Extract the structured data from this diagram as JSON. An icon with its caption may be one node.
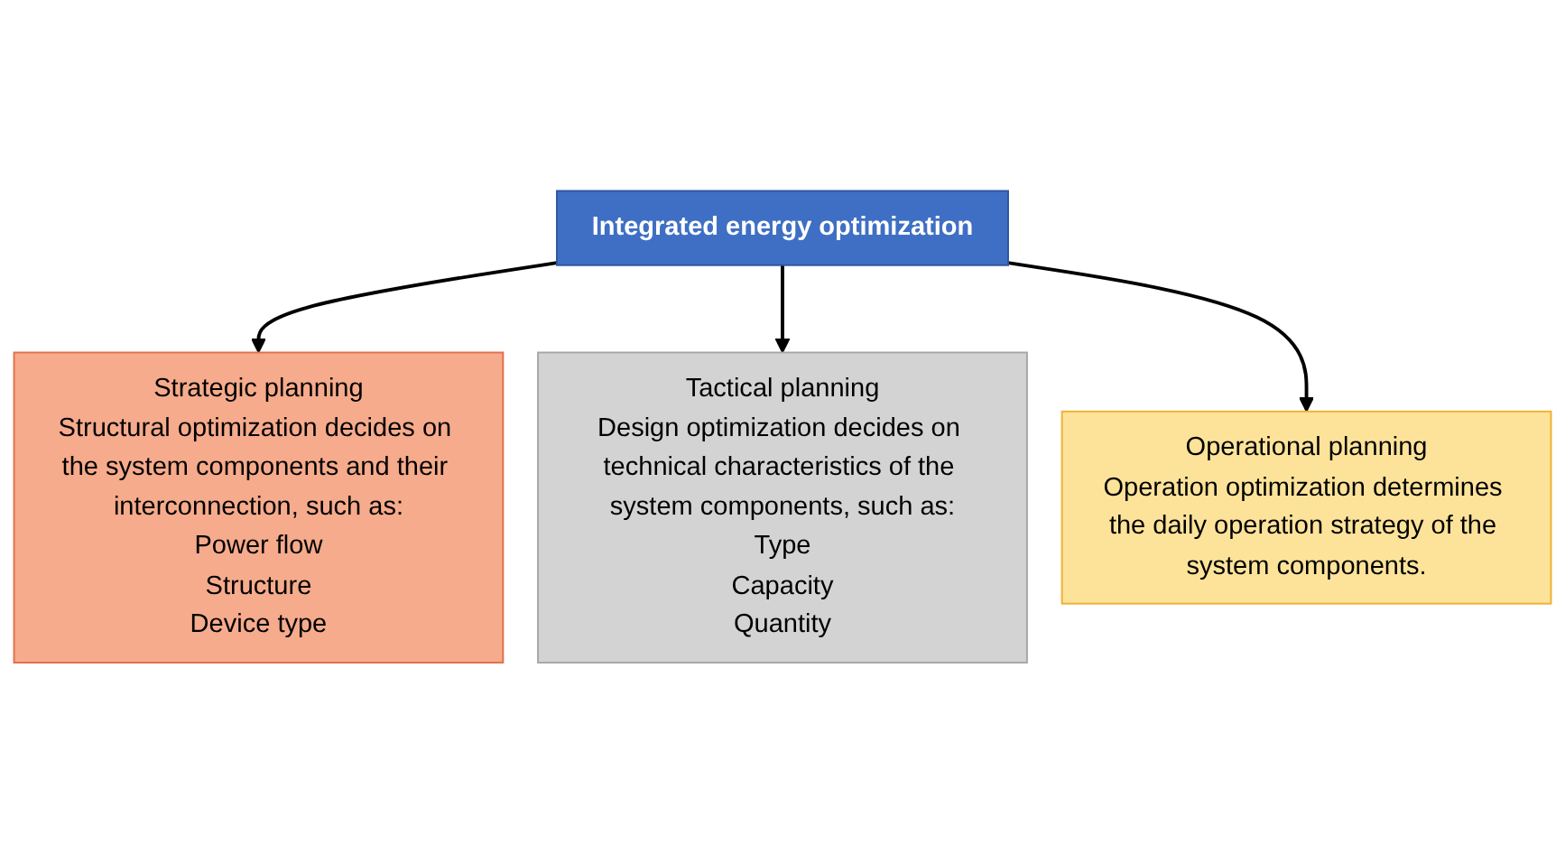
{
  "diagram": {
    "nodes": [
      {
        "text": [
          "Integrated energy optimization"
        ]
      },
      {
        "text": [
          "Strategic planning",
          "Structural optimization decides on the system components and their interconnection, such as:",
          "Power flow",
          "Structure",
          "Device type"
        ]
      },
      {
        "text": [
          "Tactical planning",
          "Design optimization decides on technical characteristics of the system components, such as:",
          "Type",
          "Capacity",
          "Quantity"
        ]
      },
      {
        "text": [
          "Operational planning",
          "Operation optimization determines the daily operation strategy of the system components."
        ]
      }
    ],
    "edges": [
      {
        "from": 0,
        "to": 1,
        "arrow": "to"
      },
      {
        "from": 0,
        "to": 2,
        "arrow": "to"
      },
      {
        "from": 0,
        "to": 3,
        "arrow": "to"
      }
    ]
  }
}
